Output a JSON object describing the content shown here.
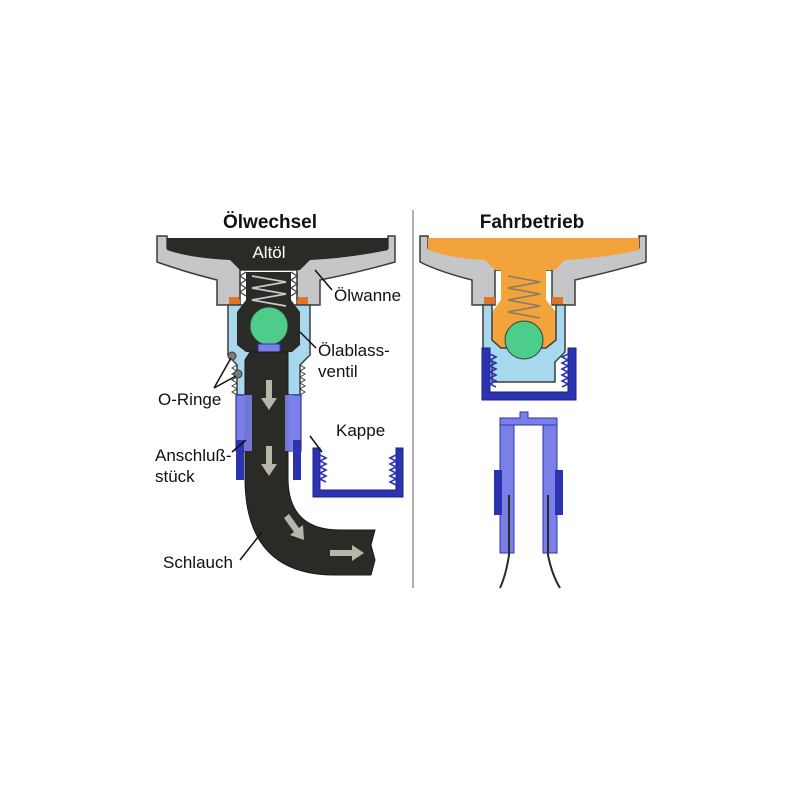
{
  "panels": {
    "left_title": "Ölwechsel",
    "right_title": "Fahrbetrieb"
  },
  "labels": {
    "altoel": "Altöl",
    "oelwanne": "Ölwanne",
    "oelablass_line1": "Ölablass-",
    "oelablass_line2": "ventil",
    "o_ringe": "O-Ringe",
    "kappe": "Kappe",
    "anschluss_line1": "Anschluß-",
    "anschluss_line2": "stück",
    "schlauch": "Schlauch"
  },
  "colors": {
    "pan_grey": "#c4c6c8",
    "outline": "#3c3c3c",
    "old_oil": "#2a2a26",
    "fresh_oil": "#f2a33a",
    "valve_body": "#a8d8ee",
    "ball": "#4ccd8a",
    "blue_parts": "#2b33b0",
    "light_blue": "#7b80e8",
    "seal_orange": "#e0742a",
    "arrow_fill": "#b8b6a8",
    "divider": "#b0b0b0"
  }
}
